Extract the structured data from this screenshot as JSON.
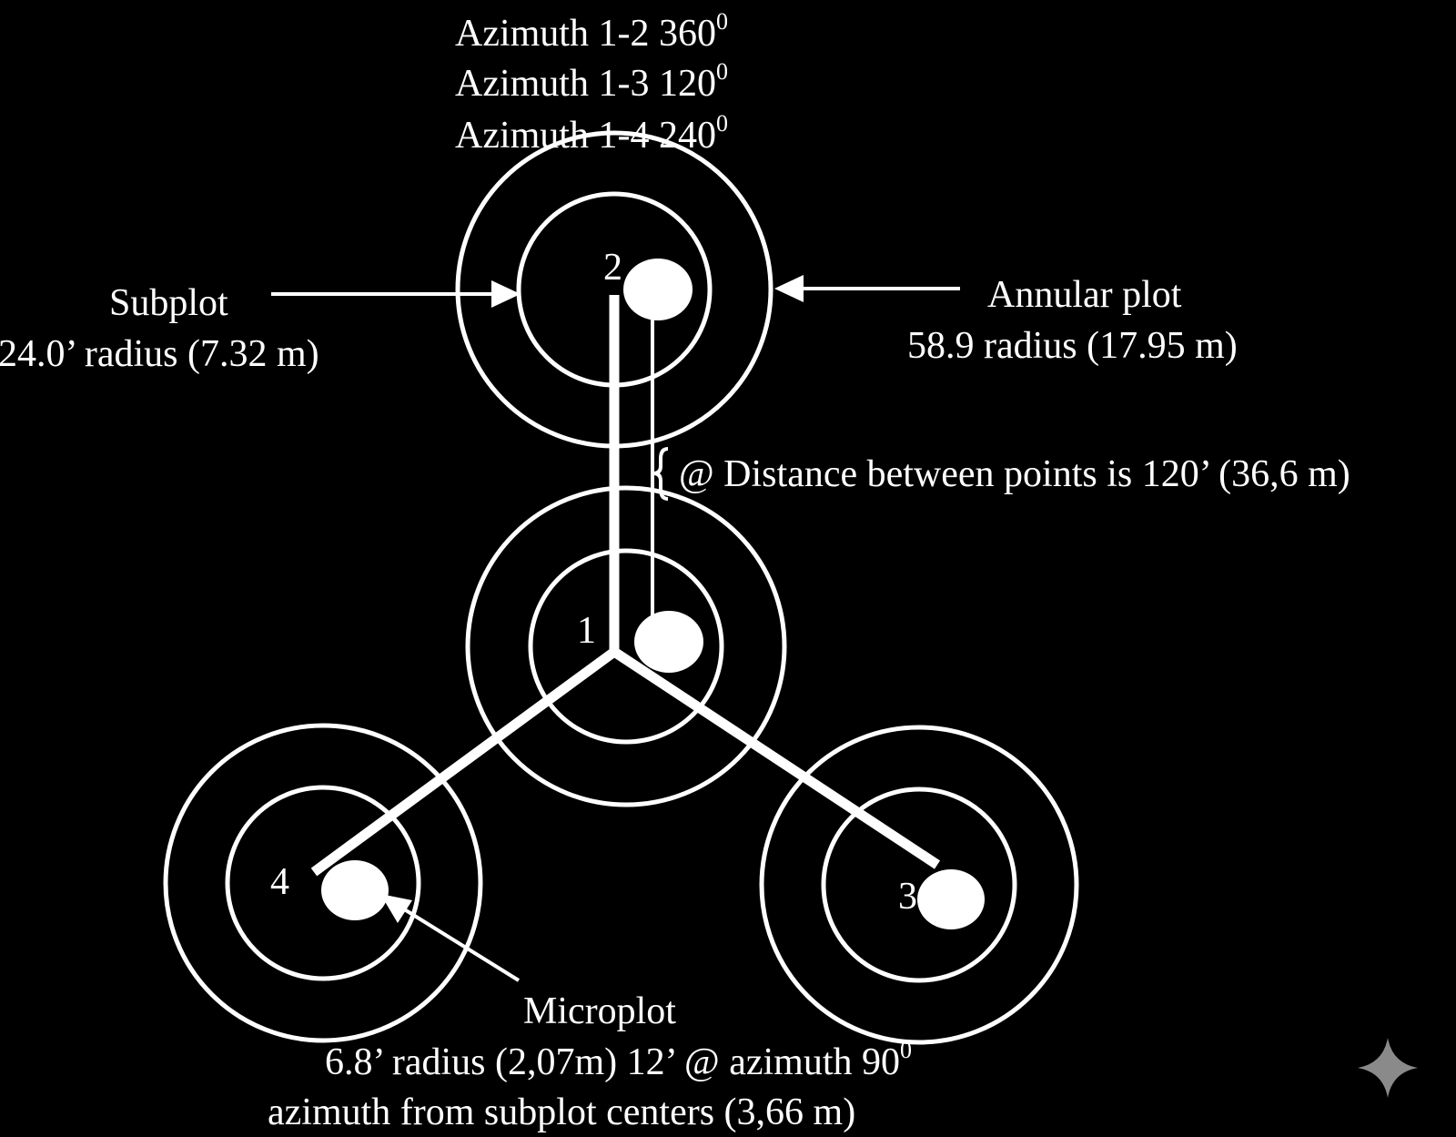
{
  "azimuths": [
    {
      "label": "Azimuth 1-2 360",
      "sup": "0"
    },
    {
      "label": "Azimuth 1-3 120",
      "sup": "0"
    },
    {
      "label": "Azimuth 1-4 240",
      "sup": "0"
    }
  ],
  "points": [
    "1",
    "2",
    "3",
    "4"
  ],
  "subplot": {
    "title": "Subplot",
    "radius_text": "24.0’ radius (7.32 m)"
  },
  "annular": {
    "title": "Annular plot",
    "radius_text": "58.9 radius (17.95 m)"
  },
  "distance": {
    "text": "@ Distance between points is 120’ (36,6 m)"
  },
  "microplot": {
    "title": "Microplot",
    "line1": "6.8’ radius (2,07m) 12’  @ azimuth 90",
    "line1_sup": "0",
    "line2": "azimuth from subplot centers (3,66 m)"
  },
  "colors": {
    "background": "#000000",
    "foreground": "#ffffff",
    "sparkle": "#8a8a8a"
  },
  "icons": {
    "watermark": "sparkle-icon"
  }
}
